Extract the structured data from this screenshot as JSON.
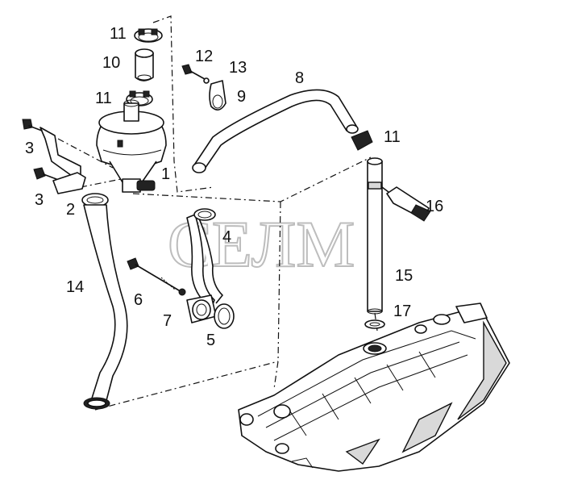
{
  "watermark": "СЕЛМ",
  "labels": {
    "l1": "1",
    "l2": "2",
    "l3a": "3",
    "l3b": "3",
    "l4": "4",
    "l5": "5",
    "l6": "6",
    "l7": "7",
    "l8": "8",
    "l9": "9",
    "l10": "10",
    "l11a": "11",
    "l11b": "11",
    "l11c": "11",
    "l12": "12",
    "l13": "13",
    "l14": "14",
    "l15": "15",
    "l16": "16",
    "l17": "17"
  },
  "colors": {
    "line": "#111111",
    "watermark": "#bdbdbd",
    "background": "#ffffff"
  }
}
